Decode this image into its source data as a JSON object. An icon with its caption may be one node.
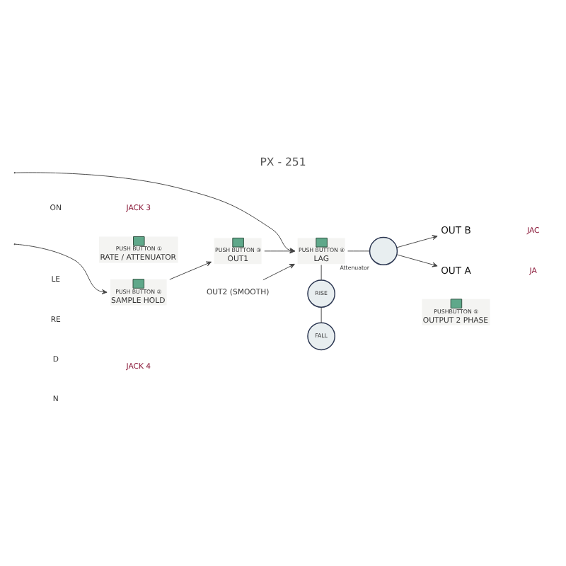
{
  "diagram": {
    "title": "PX - 251",
    "nodes": [
      {
        "text": [
          "PUSH BUTTON ①",
          "RATE / ATTENUATOR"
        ]
      },
      {
        "text": [
          "PUSH BUTTON ②",
          "SAMPLE HOLD"
        ]
      },
      {
        "text": [
          "PUSH BUTTON ③",
          "OUT1"
        ]
      },
      {
        "text": [
          "OUT2 (SMOOTH)"
        ]
      },
      {
        "text": [
          "PUSH BUTTON ④",
          "LAG"
        ]
      },
      {
        "text": [],
        "shape": "circle",
        "beside": [
          "Attenuator"
        ]
      },
      {
        "text": [
          "RISE"
        ]
      },
      {
        "text": [
          "FALL"
        ]
      },
      {
        "text": [
          "OUT B"
        ]
      },
      {
        "text": [
          "OUT A"
        ]
      },
      {
        "text": [
          "PUSHBUTTON ⑤",
          "OUTPUT 2 PHASE"
        ]
      }
    ],
    "edges": [
      {
        "from": null,
        "to": 1,
        "arrow": "to"
      },
      {
        "from": 1,
        "to": 2,
        "arrow": "to"
      },
      {
        "from": 2,
        "to": 4,
        "arrow": "to"
      },
      {
        "from": 3,
        "to": 4,
        "arrow": "to"
      },
      {
        "from": null,
        "to": 4,
        "arrow": "to"
      },
      {
        "from": 4,
        "to": 5,
        "arrow": "none"
      },
      {
        "from": 4,
        "to": 6,
        "arrow": "none"
      },
      {
        "from": 6,
        "to": 7,
        "arrow": "none"
      },
      {
        "from": 5,
        "to": 8,
        "arrow": "to"
      },
      {
        "from": 5,
        "to": 9,
        "arrow": "to"
      }
    ],
    "labels": [
      "ON",
      "JACK 3",
      "LE",
      "RE",
      "D",
      "JAC",
      "JA",
      "N",
      "JACK 4"
    ]
  }
}
